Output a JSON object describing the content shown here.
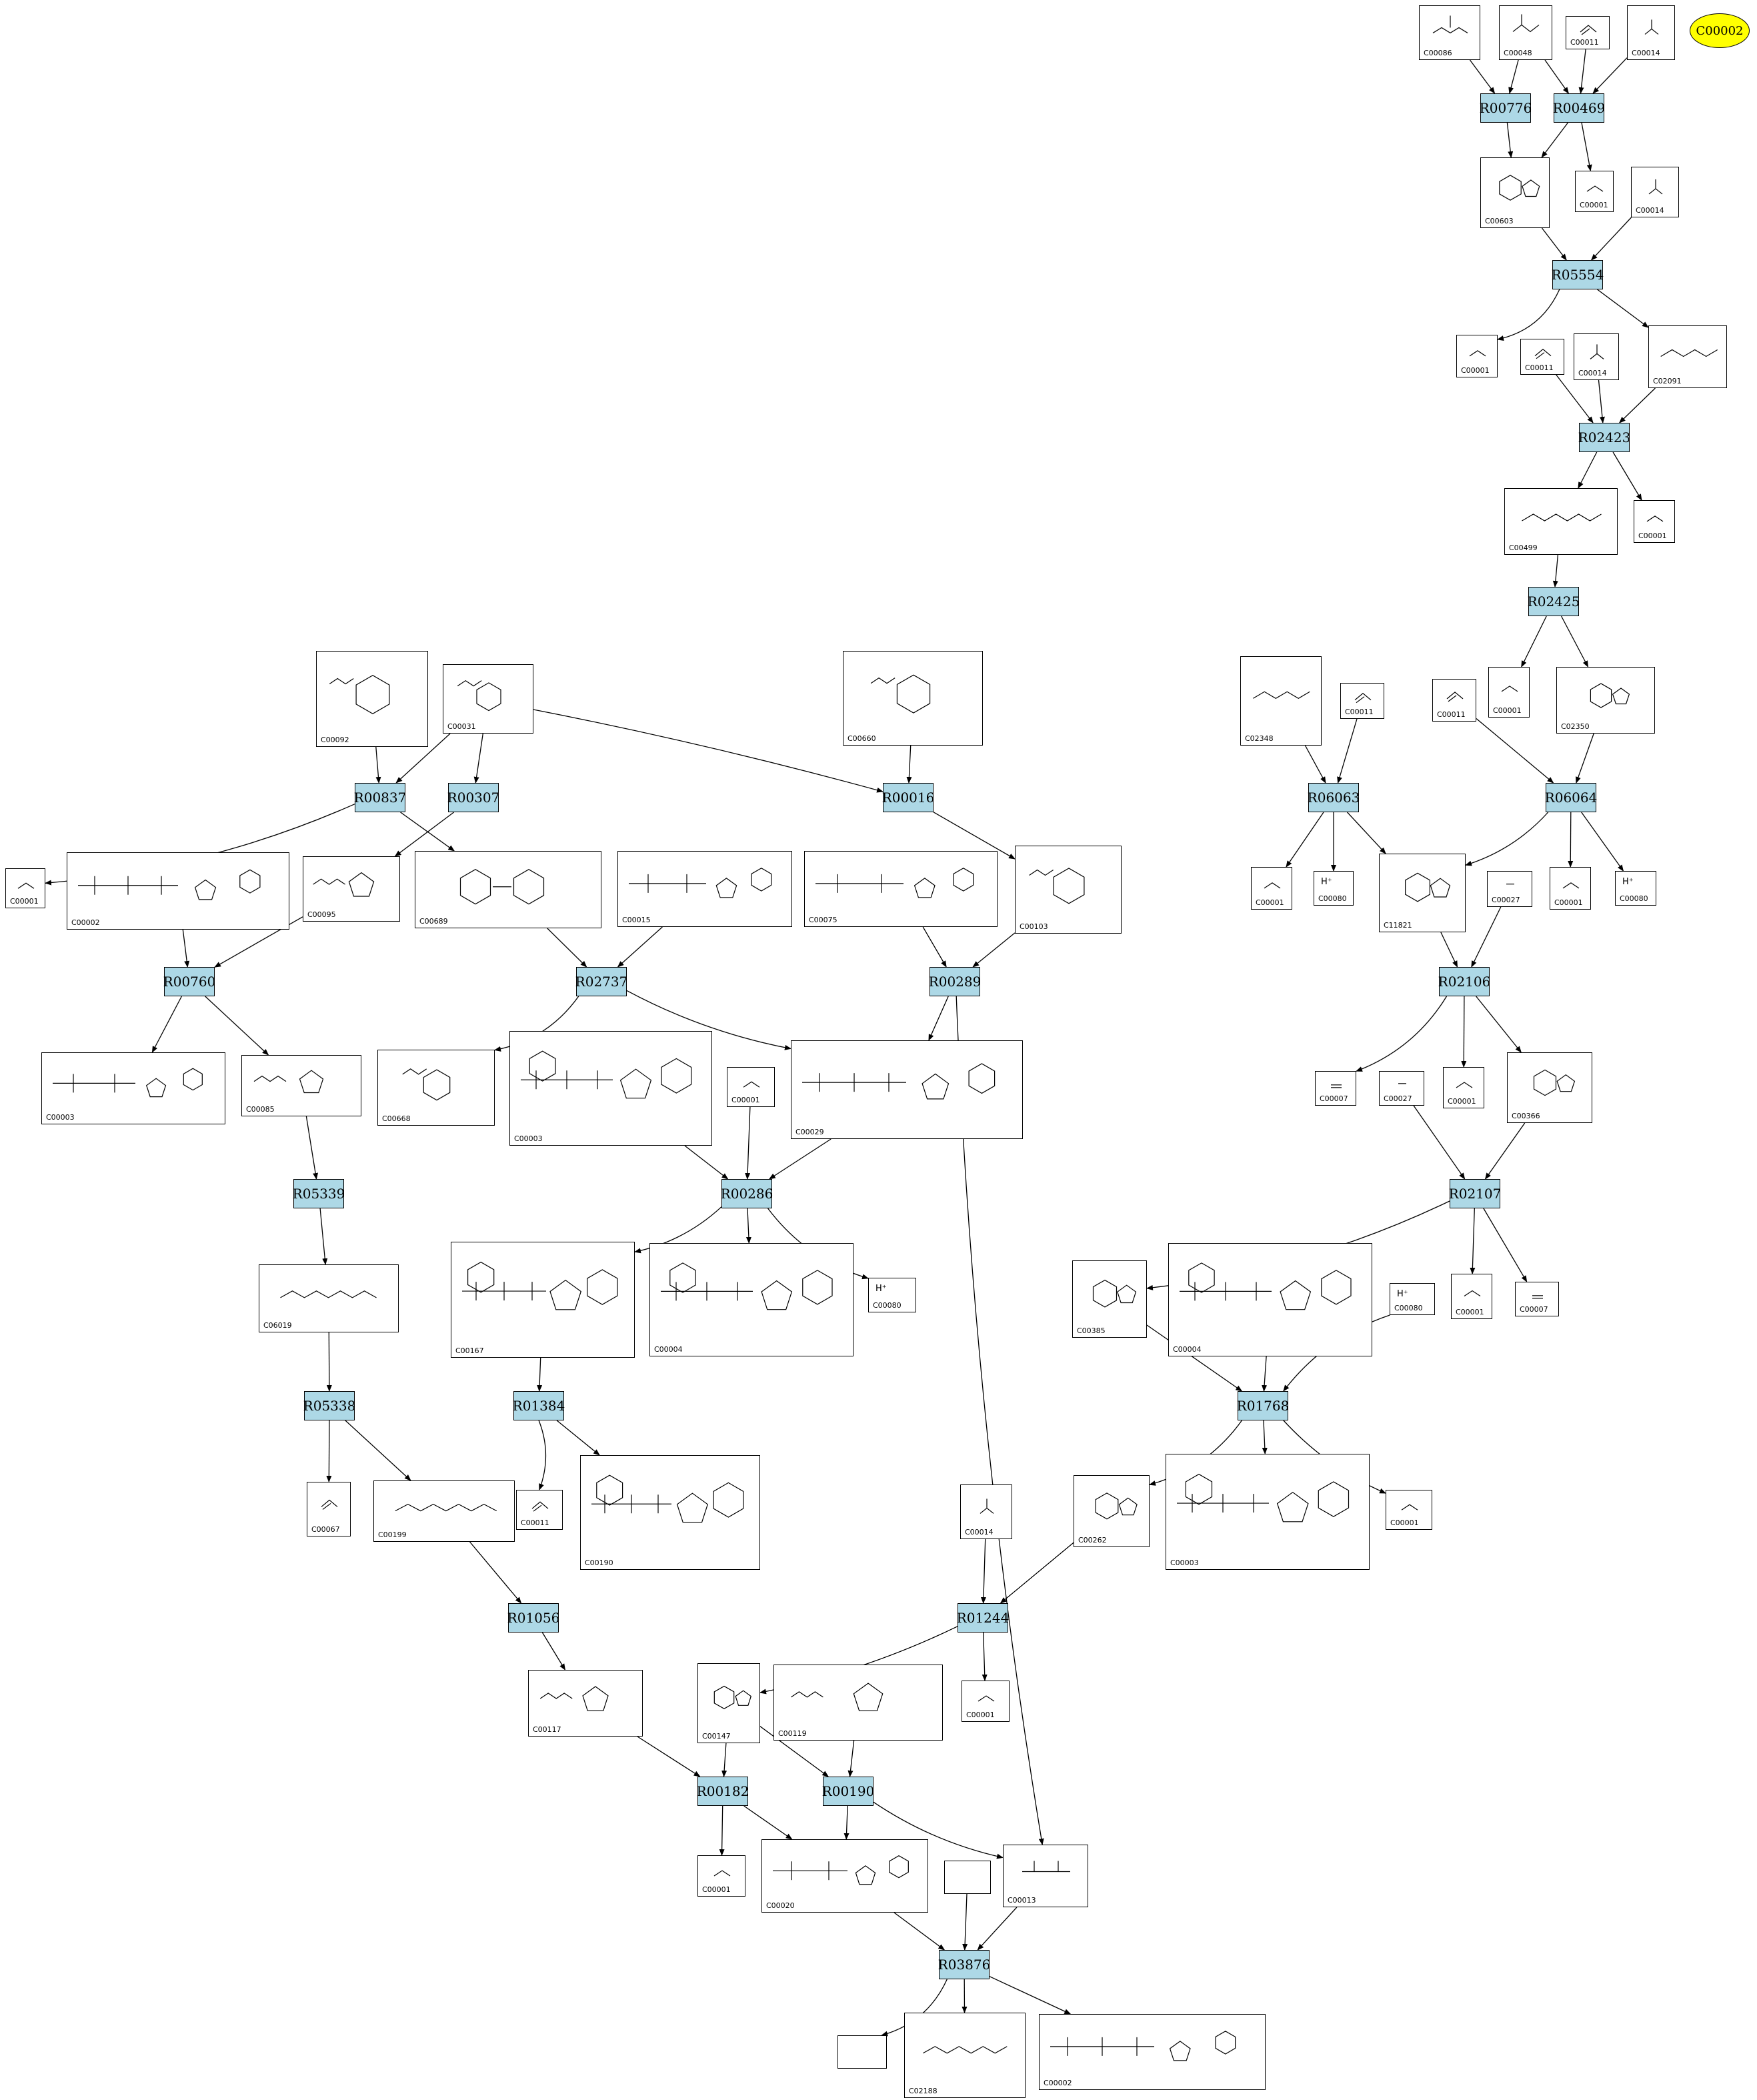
{
  "target": {
    "label": "C00002",
    "color": "#ffff00"
  },
  "reaction_color": "#add8e6",
  "reactions": [
    "R00776",
    "R00469",
    "R05554",
    "R02423",
    "R02425",
    "R00837",
    "R00307",
    "R00016",
    "R06063",
    "R06064",
    "R00760",
    "R02737",
    "R00289",
    "R02106",
    "R05339",
    "R00286",
    "R02107",
    "R05338",
    "R01384",
    "R01768",
    "R01056",
    "R01244",
    "R00182",
    "R00190",
    "R03876"
  ],
  "compounds": [
    "C00086",
    "C00048",
    "C00011",
    "C00014",
    "C00603",
    "C00001",
    "C02091",
    "C00499",
    "C02348",
    "C02350",
    "C00092",
    "C00031",
    "C00660",
    "C00002",
    "C00095",
    "C00689",
    "C00015",
    "C00075",
    "C00103",
    "C00080",
    "C11821",
    "C00027",
    "C00003",
    "C00085",
    "C00668",
    "C00029",
    "C00366",
    "C00007",
    "C06019",
    "C00167",
    "C00004",
    "C00385",
    "C00067",
    "C00199",
    "C00190",
    "C00262",
    "C00117",
    "C00147",
    "C00119",
    "C00020",
    "C00013",
    "C02188"
  ]
}
